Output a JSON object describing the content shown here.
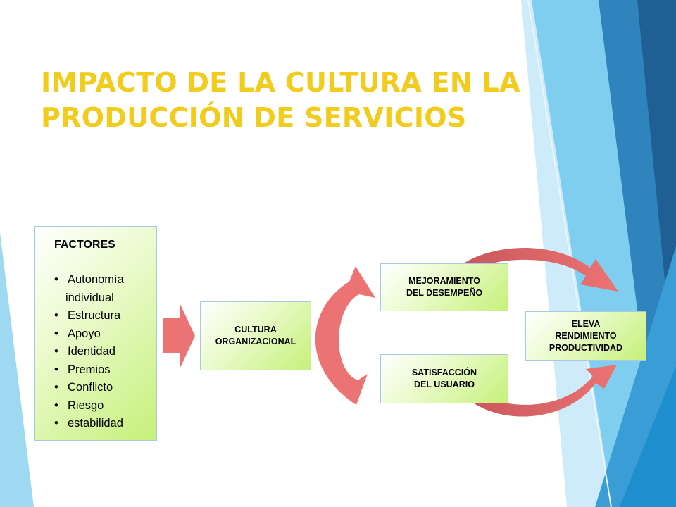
{
  "slide": {
    "title_line1": "IMPACTO DE LA CULTURA EN LA",
    "title_line2": "PRODUCCIÓN DE SERVICIOS"
  },
  "colors": {
    "title": "#f2cc1d",
    "box_fill": "#c6f07a",
    "box_border": "#a9c8e4",
    "arrow": "#ec7373",
    "arrow_dark": "#c9585c"
  },
  "factors": {
    "heading": "FACTORES",
    "items": [
      "Autonomía",
      "individual",
      "Estructura",
      "Apoyo",
      "Identidad",
      "Premios",
      "Conflicto",
      "Riesgo",
      "estabilidad"
    ]
  },
  "culture": {
    "line1": "CULTURA",
    "line2": "ORGANIZACIONAL"
  },
  "performance": {
    "line1": "MEJORAMIENTO",
    "line2": "DEL DESEMPEÑO"
  },
  "satisfaction": {
    "line1": "SATISFACCIÓN",
    "line2": "DEL USUARIO"
  },
  "result": {
    "line1": "ELEVA",
    "line2": "RENDIMIENTO",
    "line3": "PRODUCTIVIDAD"
  }
}
